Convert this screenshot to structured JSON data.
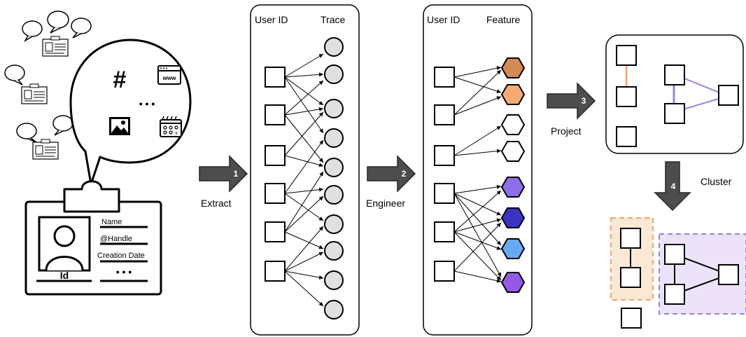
{
  "steps": {
    "extract": {
      "num": "1",
      "label": "Extract"
    },
    "engineer": {
      "num": "2",
      "label": "Engineer"
    },
    "project": {
      "num": "3",
      "label": "Project"
    },
    "cluster": {
      "num": "4",
      "label": "Cluster"
    }
  },
  "panels": {
    "trace_panel": {
      "col1": "User ID",
      "col2": "Trace"
    },
    "feature_panel": {
      "col1": "User ID",
      "col2": "Feature"
    }
  },
  "id_card": {
    "fields": [
      "Name",
      "@Handle",
      "Creation Date"
    ],
    "id_label": "Id",
    "more": "• • •"
  },
  "bubble": {
    "hashtag": "#",
    "url_icon_text": "www",
    "ellipsis": "• • •"
  },
  "colors": {
    "arrow": "#4d4d4d",
    "trace_fill": "#e0e0e0",
    "hex_brown": "#d48a57",
    "hex_orange": "#f7ab72",
    "hex_purple": "#8c6ee8",
    "hex_darkblue": "#3b33c2",
    "hex_lightblue": "#66aaf2",
    "hex_violet": "#9658e6",
    "edge_orange": "#f2a46b",
    "edge_purple": "#9b80e0",
    "cluster_orange_fill": "#fbe8d5",
    "cluster_purple_fill": "#ece3fb"
  }
}
